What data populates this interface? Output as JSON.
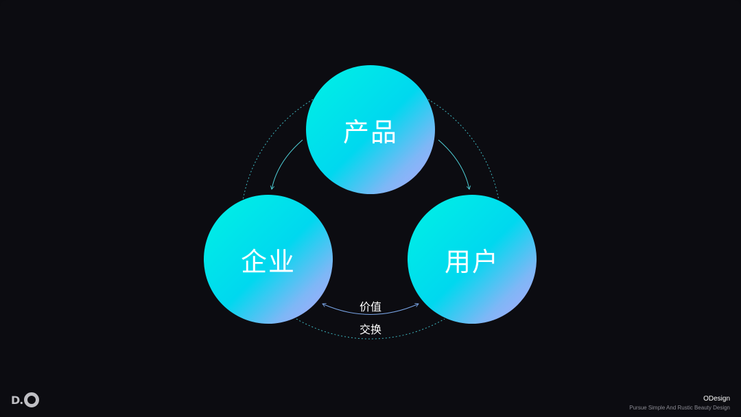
{
  "diagram": {
    "nodes": {
      "product": "产品",
      "enterprise": "企业",
      "user": "用户"
    },
    "exchange_label_top": "价值",
    "exchange_label_bottom": "交换"
  },
  "footer": {
    "logo_text": "D.",
    "brand_name": "ODesign",
    "tagline": "Pursue Simple And Rustic Beauty Design"
  },
  "colors": {
    "background": "#0c0c11",
    "gradient_start": "#00f2e4",
    "gradient_end": "#b4a6ff",
    "connector": "#4fd1d9"
  }
}
